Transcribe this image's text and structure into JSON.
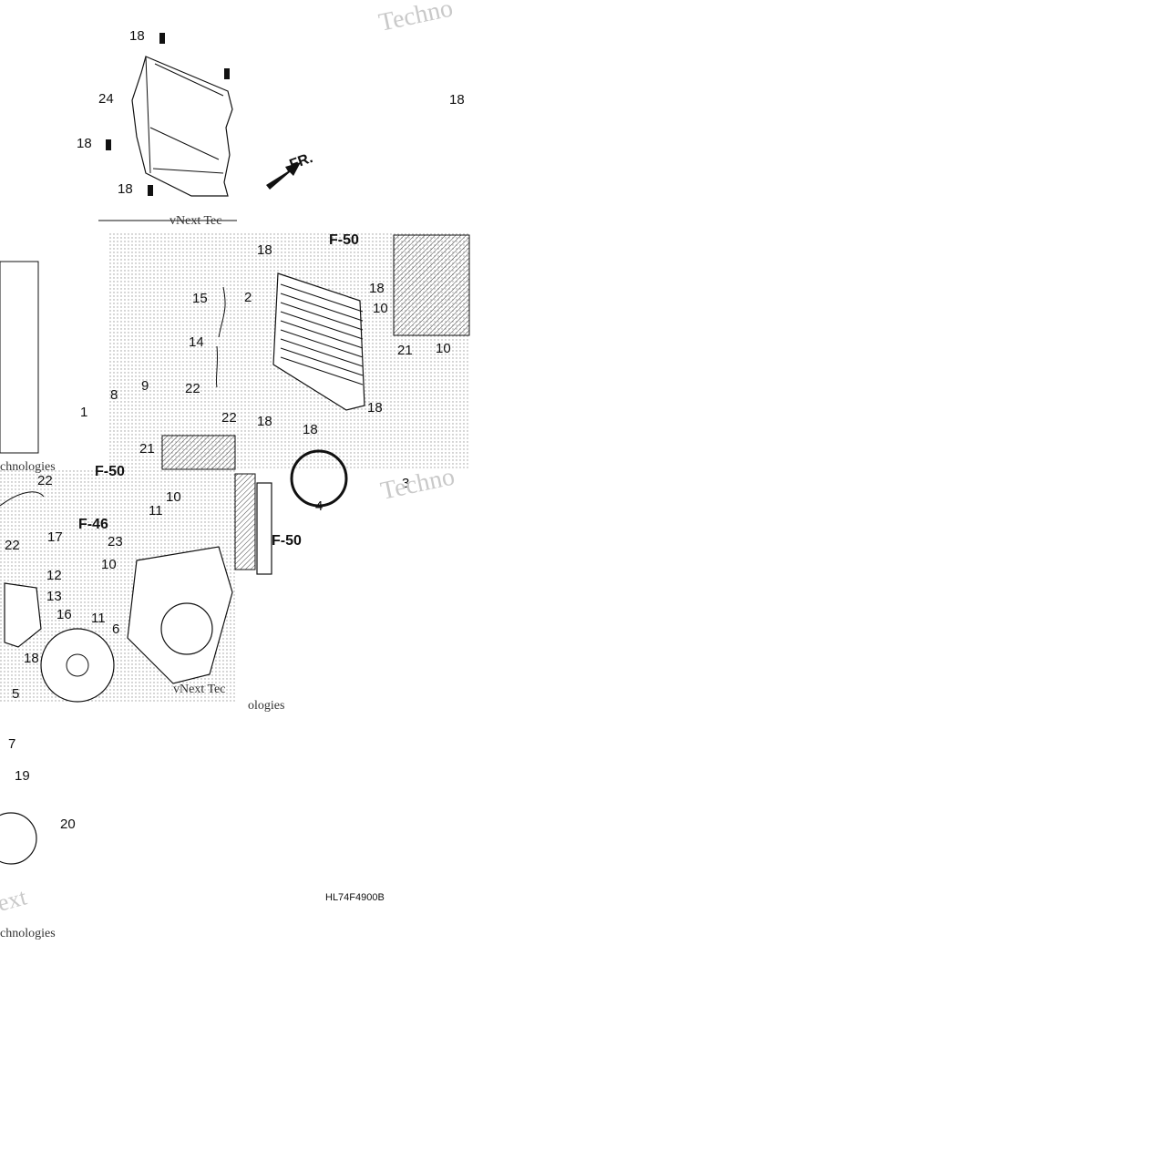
{
  "diagram": {
    "drawing_code": "HL74F4900B",
    "direction_label": "FR.",
    "references": [
      "F-50",
      "F-50",
      "F-46",
      "F-50"
    ],
    "callouts": [
      "18",
      "24",
      "18",
      "18",
      "18",
      "18",
      "2",
      "18",
      "15",
      "14",
      "10",
      "21",
      "10",
      "9",
      "8",
      "22",
      "1",
      "22",
      "18",
      "18",
      "18",
      "21",
      "22",
      "17",
      "11",
      "10",
      "3",
      "4",
      "22",
      "12",
      "23",
      "10",
      "13",
      "16",
      "11",
      "6",
      "18",
      "5",
      "7",
      "19",
      "20"
    ],
    "watermarks": [
      "Techno",
      "vNext Tec",
      "chnologies",
      "Techno",
      "vNext Tec",
      "ologies",
      "ext",
      "chnologies"
    ]
  }
}
